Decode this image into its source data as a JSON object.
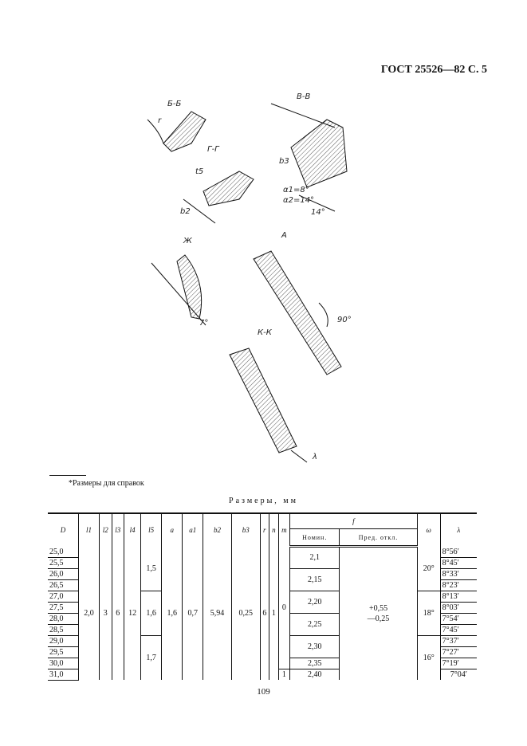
{
  "header": {
    "title": "ГОСТ 25526—82 С. 5"
  },
  "drawing": {
    "labels": {
      "bb": "Б-Б",
      "vv": "В-В",
      "gg": "Г-Г",
      "zh": "Ж",
      "a": "А",
      "kk": "К-К",
      "r": "r",
      "t5": "t5",
      "b2": "b2",
      "b3": "b3",
      "a1": "α1=8°",
      "a2": "α2=14°",
      "deg14": "14°",
      "deg90": "90°",
      "deg7": "7°",
      "lambda": "λ"
    }
  },
  "footnote": "*Размеры для справок",
  "caption": "Размеры, мм",
  "table": {
    "headers": {
      "D": "D",
      "l1": "l1",
      "l2": "l2",
      "l3": "l3",
      "l4": "l4",
      "l5": "l5",
      "a": "a",
      "a1": "a1",
      "b2": "b2",
      "b3": "b3",
      "r": "r",
      "n": "n",
      "m": "m",
      "f": "f",
      "f_nom": "Номин.",
      "f_dev": "Пред. откл.",
      "omega": "ω",
      "lambda": "λ"
    },
    "D": [
      "25,0",
      "25,5",
      "26,0",
      "26,5",
      "27,0",
      "27,5",
      "28,0",
      "28,5",
      "29,0",
      "29,5",
      "30,0",
      "31,0"
    ],
    "l1": "2,0",
    "l2": "3",
    "l3": "6",
    "l4": "12",
    "l5": [
      "1,5",
      "1,6",
      "1,7"
    ],
    "a": "1,6",
    "a1": "0,7",
    "b2": "5,94",
    "b3": "0,25",
    "r": "6",
    "n": "1",
    "m": [
      "0",
      "1"
    ],
    "f_nom": [
      "2,1",
      "2,15",
      "2,20",
      "2,25",
      "2,30",
      "2,35",
      "2,40"
    ],
    "f_dev_plus": "+0,55",
    "f_dev_minus": "—0,25",
    "omega": [
      "20°",
      "18°",
      "16°"
    ],
    "lambda": [
      "8°56′",
      "8°45′",
      "8°33′",
      "8°23′",
      "8°13′",
      "8°03′",
      "7°54′",
      "7°45′",
      "7°37′",
      "7°27′",
      "7°19′",
      "7°04′"
    ]
  },
  "page_number": "109"
}
